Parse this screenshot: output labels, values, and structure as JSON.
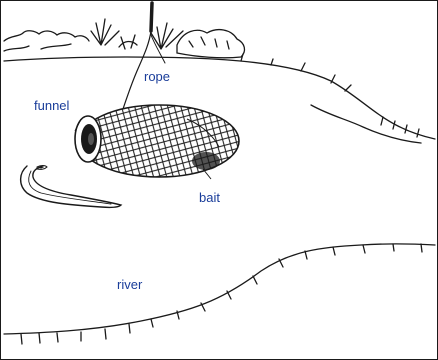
{
  "labels": {
    "rope": "rope",
    "funnel": "funnel",
    "bait": "bait",
    "river": "river"
  },
  "colors": {
    "label_text": "#1a3d9a",
    "ink": "#1a1a1a"
  }
}
